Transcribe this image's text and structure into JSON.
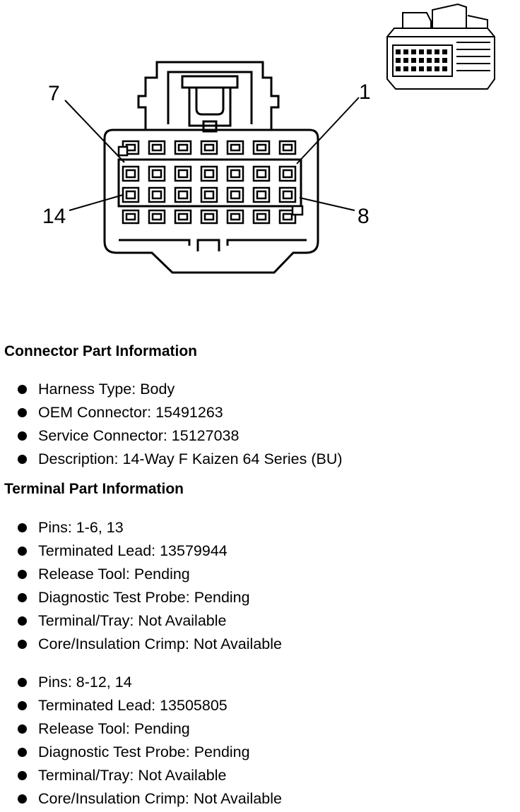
{
  "diagram": {
    "pin_labels": {
      "top_left": "7",
      "top_right": "1",
      "bottom_left": "14",
      "bottom_right": "8"
    }
  },
  "connector_info": {
    "title": "Connector Part Information",
    "items": [
      "Harness Type: Body",
      "OEM Connector: 15491263",
      "Service Connector: 15127038",
      "Description: 14-Way F Kaizen 64 Series (BU)"
    ]
  },
  "terminal_info": {
    "title": "Terminal Part Information",
    "groups": [
      {
        "items": [
          "Pins: 1-6, 13",
          "Terminated Lead: 13579944",
          "Release Tool: Pending",
          "Diagnostic Test Probe: Pending",
          "Terminal/Tray: Not Available",
          "Core/Insulation Crimp: Not Available"
        ]
      },
      {
        "items": [
          "Pins: 8-12, 14",
          "Terminated Lead: 13505805",
          "Release Tool: Pending",
          "Diagnostic Test Probe: Pending",
          "Terminal/Tray: Not Available",
          "Core/Insulation Crimp: Not Available"
        ]
      }
    ]
  }
}
